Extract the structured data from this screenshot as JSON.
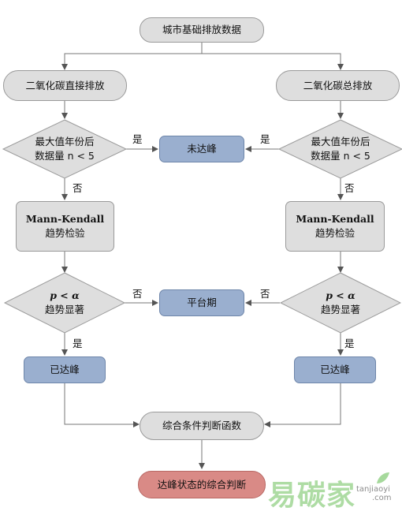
{
  "nodes": {
    "root": "城市基础排放数据",
    "left_start": "二氧化碳直接排放",
    "right_start": "二氧化碳总排放",
    "diamond1_left_l1": "最大值年份后",
    "diamond1_left_l2": "数据量 n < 5",
    "diamond1_right_l1": "最大值年份后",
    "diamond1_right_l2": "数据量 n < 5",
    "not_peaked": "未达峰",
    "mk_left_l1": "Mann-Kendall",
    "mk_left_l2": "趋势检验",
    "mk_right_l1": "Mann-Kendall",
    "mk_right_l2": "趋势检验",
    "diamond2_left_l1": "p < α",
    "diamond2_left_l2": "趋势显著",
    "diamond2_right_l1": "p < α",
    "diamond2_right_l2": "趋势显著",
    "plateau": "平台期",
    "peaked_left": "已达峰",
    "peaked_right": "已达峰",
    "combine": "综合条件判断函数",
    "final": "达峰状态的综合判断"
  },
  "edge_labels": {
    "yes_left_1": "是",
    "yes_right_1": "是",
    "no_left_1": "否",
    "no_right_1": "否",
    "no_left_2": "否",
    "no_right_2": "否",
    "yes_left_2": "是",
    "yes_right_2": "是"
  },
  "watermark": {
    "brand": "易碳家",
    "domain": "tanjiaoyi",
    "tld": ".com"
  },
  "colors": {
    "gray_fill": "#dedede",
    "blue_fill": "#9aafcf",
    "red_fill": "#d98a86",
    "watermark_green": "#6bbf5a"
  }
}
